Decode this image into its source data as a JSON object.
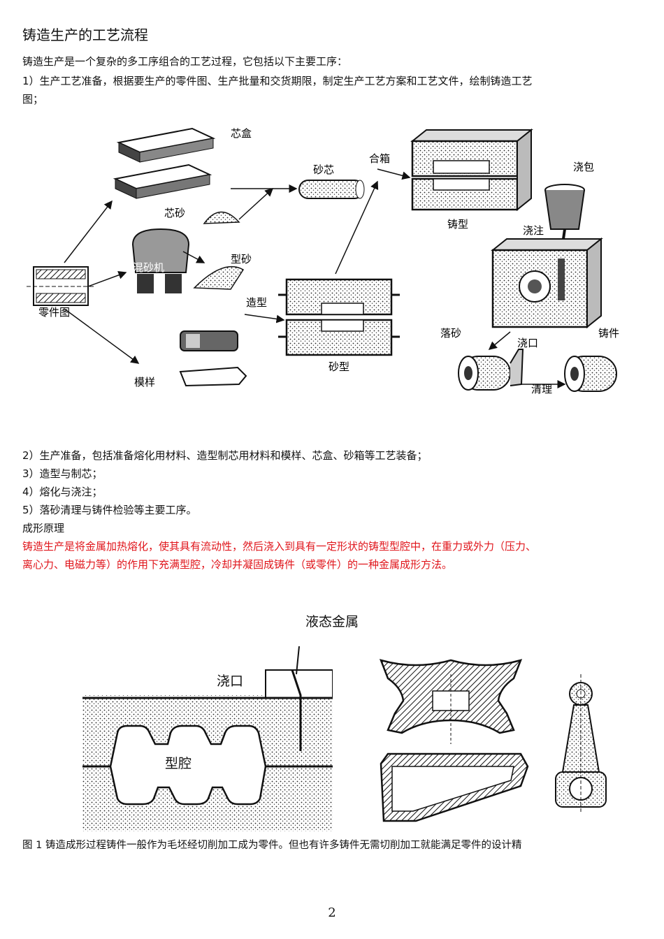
{
  "page_title": "铸造生产的工艺流程",
  "intro": "铸造生产是一个复杂的多工序组合的工艺过程，它包括以下主要工序：",
  "step1": "1）生产工艺准备，根据要生产的零件图、生产批量和交货期限，制定生产工艺方案和工艺文件，绘制铸造工艺",
  "step1_cont": "图；",
  "diagram1": {
    "labels": {
      "core_box": "芯盒",
      "sand_core": "砂芯",
      "close_box": "合箱",
      "ladle": "浇包",
      "core_sand": "芯砂",
      "mold_cast": "铸型",
      "pouring": "浇注",
      "mixer": "混砂机",
      "molding_sand": "型砂",
      "part_drawing": "零件图",
      "molding": "造型",
      "shakeout": "落砂",
      "gate": "浇口",
      "casting": "铸件",
      "sand_mold": "砂型",
      "cleaning": "清理",
      "pattern": "模样"
    }
  },
  "step2": "2）生产准备，包括准备熔化用材料、造型制芯用材料和模样、芯盒、砂箱等工艺装备；",
  "step3": "3）造型与制芯；",
  "step4": "4）熔化与浇注；",
  "step5": "5）落砂清理与铸件检验等主要工序。",
  "principle_heading": "成形原理",
  "principle_red_1": "铸造生产是将金属加热熔化，使其具有流动性，然后浇入到具有一定形状的铸型型腔中，在重力或外力（压力、",
  "principle_red_2": "离心力、电磁力等）的作用下充满型腔，冷却并凝固成铸件（或零件）的一种金属成形方法。",
  "section2_title": "液态金属",
  "diagram2": {
    "gate_label": "浇口",
    "cavity_label": "型腔"
  },
  "caption": "图 1 铸造成形过程铸件一般作为毛坯经切削加工成为零件。但也有许多铸件无需切削加工就能满足零件的设计精",
  "page_number": "2"
}
